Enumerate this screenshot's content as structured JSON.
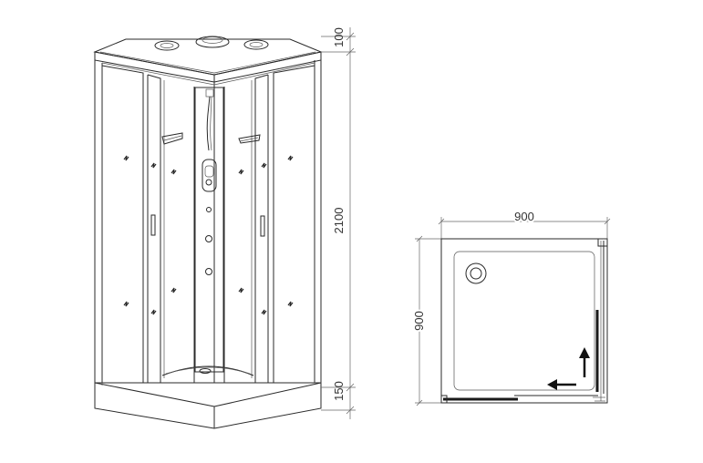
{
  "dimensions": {
    "top_cap_height": "100",
    "total_height": "2100",
    "tray_height": "150",
    "plan_width": "900",
    "plan_depth": "900"
  }
}
